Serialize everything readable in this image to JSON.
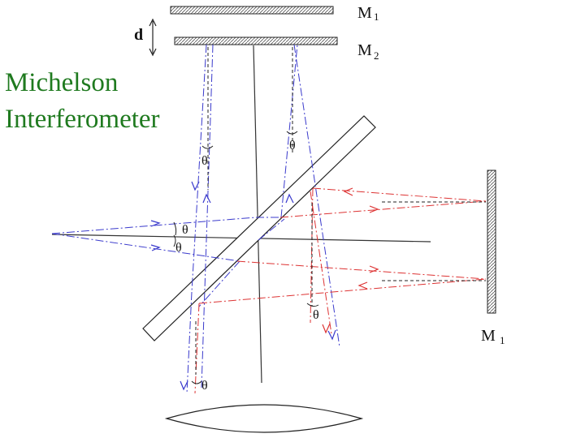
{
  "title": {
    "line1": "Michelson",
    "line2": "Interferometer"
  },
  "labels": {
    "d": "d",
    "mirror_top_upper": "M",
    "mirror_top_upper_sub": "1",
    "mirror_top_lower": "M",
    "mirror_top_lower_sub": "2",
    "mirror_right": "M",
    "mirror_right_sub": "1",
    "angle_left_vertical": "θ",
    "angle_right_vertical": "θ",
    "angle_source_upper": "θ",
    "angle_source_lower": "θ",
    "angle_right_lower": "θ",
    "angle_bottom": "θ"
  },
  "colors": {
    "title": "#1f7a1f",
    "blue_beam": "#3a3acc",
    "red_beam": "#dd3333",
    "outline": "#222222",
    "axis": "#333333"
  }
}
